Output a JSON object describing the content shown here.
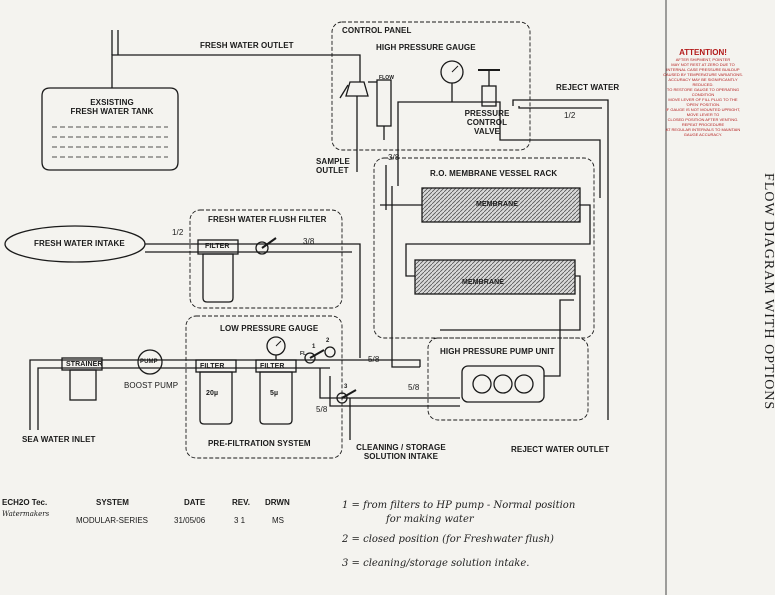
{
  "labels": {
    "fresh_water_outlet": "FRESH WATER OUTLET",
    "tank": "EXSISTING\nFRESH WATER TANK",
    "control_panel": "CONTROL PANEL",
    "hp_gauge": "HIGH PRESSURE GAUGE",
    "flow": "FLOW",
    "pcv": "PRESSURE\nCONTROL\nVALVE",
    "reject_water": "REJECT WATER",
    "half_1": "1/2",
    "sample_outlet": "SAMPLE\nOUTLET",
    "three_eighths_1": "3/8",
    "vessel_rack": "R.O. MEMBRANE VESSEL RACK",
    "membrane_1": "MEMBRANE",
    "membrane_2": "MEMBRANE",
    "fwff": "FRESH WATER FLUSH FILTER",
    "fw_intake": "FRESH WATER INTAKE",
    "half_2": "1/2",
    "filter_1": "FILTER",
    "three_eighths_2": "3/8",
    "lp_gauge": "LOW PRESSURE GAUGE",
    "hp_pump_unit": "HIGH PRESSURE PUMP UNIT",
    "strainer": "STRAINER",
    "pump": "PUMP",
    "boost_pump": "BOOST PUMP",
    "filter_2": "FILTER",
    "filter_3": "FILTER",
    "micron_20": "20µ",
    "micron_5": "5µ",
    "five_eighths_1": "5/8",
    "five_eighths_2": "5/8",
    "five_eighths_3": "5/8",
    "pre_filtration": "PRE-FILTRATION SYSTEM",
    "sea_water_inlet": "SEA WATER INLET",
    "cleaning": "CLEANING / STORAGE\nSOLUTION INTAKE",
    "reject_outlet": "REJECT WATER OUTLET",
    "n1": "1",
    "n2": "2",
    "n3": "3",
    "fl": "FL"
  },
  "attention": {
    "title": "ATTENTION!",
    "lines": [
      "AFTER SHIPMENT, POINTER",
      "MAY NOT REST AT ZERO DUE TO",
      "INTERNAL CASE PRESSURE BUILDUP",
      "CAUSED BY TEMPERATURE VARIATIONS.",
      "ACCURACY MAY BE SIGNIFICANTLY REDUCED.",
      "TO RESTORE GAUGE TO OPERATING CONDITION",
      "MOVE LEVER OF FILL PLUG TO THE 'OPEN' POSITION.",
      "IF GAUGE IS NOT MOUNTED UPRIGHT, MOVE LEVER TO",
      "CLOSED POSITION AFTER VENTING. REPEAT PROCEDURE",
      "AT REGULAR INTERVALS TO MAINTAIN GAUGE ACCURACY."
    ]
  },
  "vertical_title": "FLOW DIAGRAM WITH OPTIONS",
  "title_block": {
    "company": "ECH2O Tec.",
    "company_sub": "Watermakers",
    "headers": [
      "SYSTEM",
      "DATE",
      "REV.",
      "DRWN"
    ],
    "values": [
      "MODULAR-SERIES",
      "31/05/06",
      "3 1",
      "MS"
    ]
  },
  "notes": [
    "1 =  from filters to HP pump - Normal position",
    "for making water",
    "2 =  closed position (for Freshwater flush)",
    "3 =  cleaning/storage solution intake."
  ],
  "colors": {
    "ink": "#1a1a1a",
    "paper": "#f4f3ef",
    "attention": "#b31a1a",
    "membrane": "#8a8a8a"
  }
}
